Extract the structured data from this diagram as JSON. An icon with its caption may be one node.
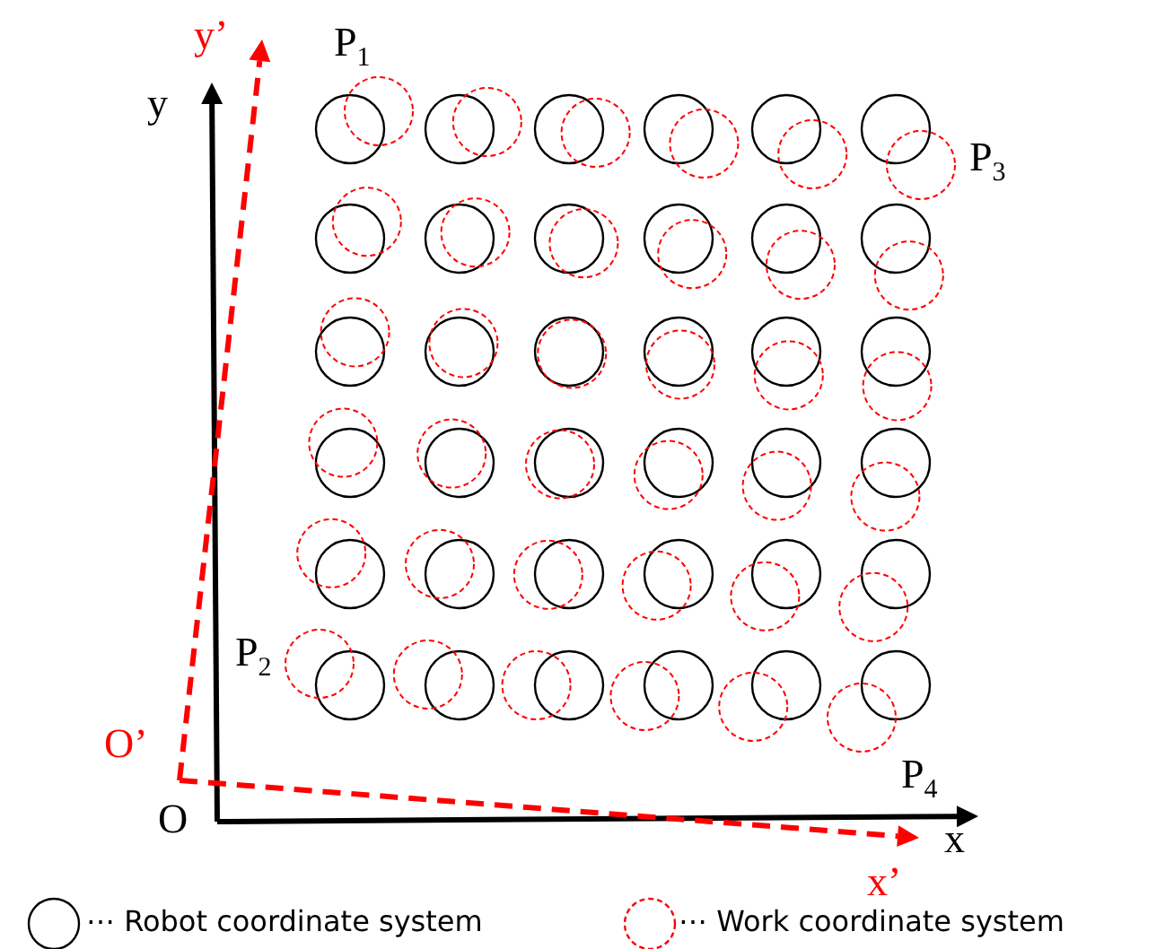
{
  "diagram": {
    "labels": [
      "y’",
      "P$_{1}$",
      "y",
      "P$_{3}$",
      "P$_{2}$",
      "O’",
      "P$_{4}$",
      "O",
      "x",
      "x’"
    ],
    "legend": [
      {
        "text": "⋯ Robot coordinate system"
      },
      {
        "text": "⋯ Work coordinate system"
      }
    ]
  }
}
